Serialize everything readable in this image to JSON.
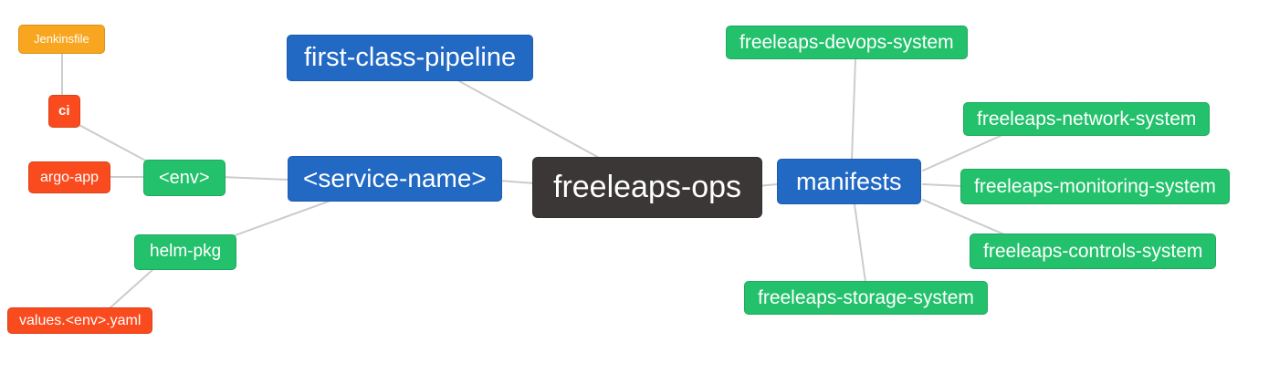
{
  "diagram": {
    "type": "mindmap",
    "background_color": "#ffffff",
    "edge_color": "#cccccc",
    "node_colors": {
      "blue": "#2269c4",
      "green": "#23c16b",
      "red_orange": "#fa4b1e",
      "orange": "#f8a61f",
      "dark": "#3a3736"
    },
    "nodes": {
      "freeleaps_ops": {
        "label": "freeleaps-ops",
        "color": "dark"
      },
      "first_class_pipeline": {
        "label": "first-class-pipeline",
        "color": "blue"
      },
      "service_name": {
        "label": "<service-name>",
        "color": "blue"
      },
      "manifests": {
        "label": "manifests",
        "color": "blue"
      },
      "env": {
        "label": "<env>",
        "color": "green"
      },
      "helm_pkg": {
        "label": "helm-pkg",
        "color": "green"
      },
      "ci": {
        "label": "ci",
        "color": "red_orange"
      },
      "argo_app": {
        "label": "argo-app",
        "color": "red_orange"
      },
      "jenkinsfile": {
        "label": "Jenkinsfile",
        "color": "orange"
      },
      "values_env_yaml": {
        "label": "values.<env>.yaml",
        "color": "red_orange"
      },
      "devops_system": {
        "label": "freeleaps-devops-system",
        "color": "green"
      },
      "network_system": {
        "label": "freeleaps-network-system",
        "color": "green"
      },
      "monitoring_system": {
        "label": "freeleaps-monitoring-system",
        "color": "green"
      },
      "controls_system": {
        "label": "freeleaps-controls-system",
        "color": "green"
      },
      "storage_system": {
        "label": "freeleaps-storage-system",
        "color": "green"
      }
    },
    "edges": [
      [
        "freeleaps_ops",
        "first_class_pipeline"
      ],
      [
        "freeleaps_ops",
        "service_name"
      ],
      [
        "freeleaps_ops",
        "manifests"
      ],
      [
        "service_name",
        "env"
      ],
      [
        "service_name",
        "helm_pkg"
      ],
      [
        "env",
        "ci"
      ],
      [
        "env",
        "argo_app"
      ],
      [
        "ci",
        "jenkinsfile"
      ],
      [
        "helm_pkg",
        "values_env_yaml"
      ],
      [
        "manifests",
        "devops_system"
      ],
      [
        "manifests",
        "network_system"
      ],
      [
        "manifests",
        "monitoring_system"
      ],
      [
        "manifests",
        "controls_system"
      ],
      [
        "manifests",
        "storage_system"
      ]
    ]
  }
}
